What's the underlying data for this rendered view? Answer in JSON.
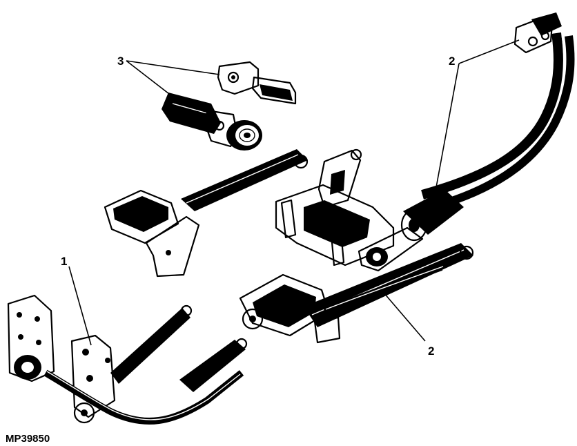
{
  "figure": {
    "id": "MP39850",
    "callouts": [
      {
        "label": "1",
        "target": "mounting-bracket"
      },
      {
        "label": "2",
        "target": "hydraulic-hoses-upper"
      },
      {
        "label": "2",
        "target": "hydraulic-hoses-lower"
      },
      {
        "label": "3",
        "target": "hydraulic-couplers"
      }
    ]
  }
}
